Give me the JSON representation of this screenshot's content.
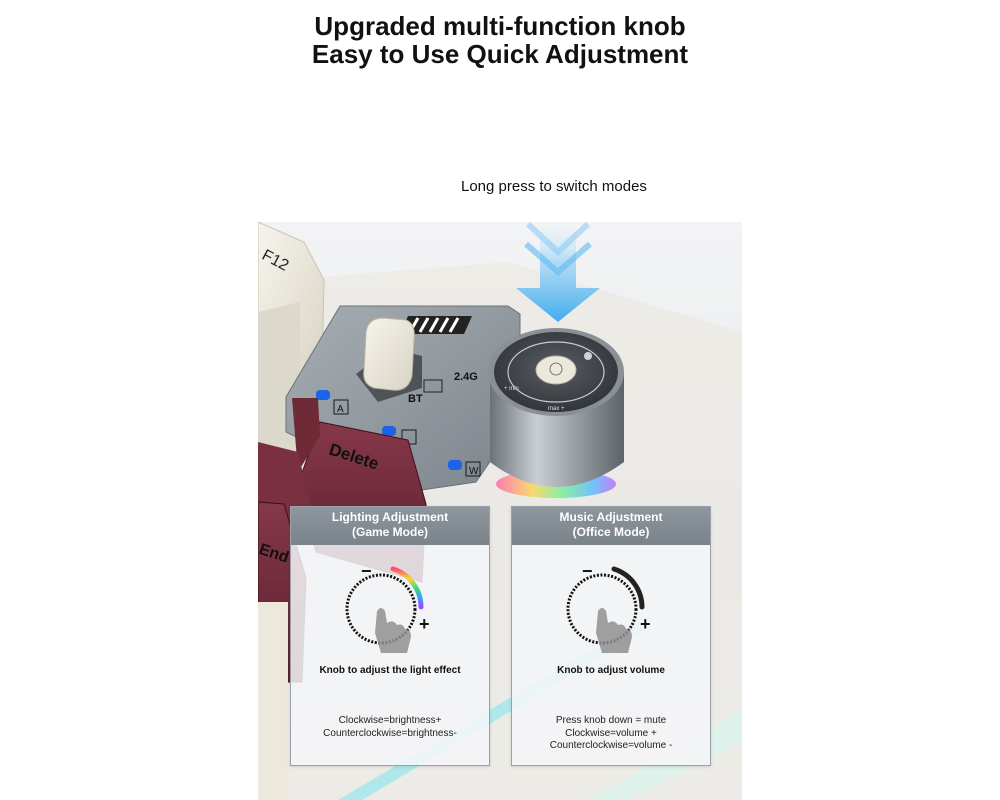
{
  "headline": {
    "line1": "Upgraded multi-function knob",
    "line2": "Easy to Use Quick Adjustment"
  },
  "callout": "Long press to switch modes",
  "keycaps": {
    "f12": "F12",
    "delete": "Delete",
    "end": "End"
  },
  "switch_panel": {
    "label_24g": "2.4G",
    "label_bt": "BT",
    "key_a": "A",
    "key_w": "W"
  },
  "knob": {
    "min_label": "+ min",
    "max_label": "max +"
  },
  "cards": [
    {
      "title_line1": "Lighting Adjustment",
      "title_line2": "(Game Mode)",
      "caption": "Knob to adjust the light effect",
      "notes": [
        "Clockwise=brightness+",
        "Counterclockwise=brightness-"
      ]
    },
    {
      "title_line1": "Music Adjustment",
      "title_line2": "(Office Mode)",
      "caption": "Knob to adjust volume",
      "notes": [
        "Press knob down = mute",
        "Clockwise=volume +",
        "Counterclockwise=volume -"
      ]
    }
  ],
  "dial_signs": {
    "minus": "−",
    "plus": "+"
  },
  "colors": {
    "arrow": "#4fb6f0",
    "keycap_burgundy": "#6e2a37",
    "keycap_cream": "#ece8dc",
    "panel_gray": "#8f969c",
    "led_blue": "#1b63e8"
  }
}
